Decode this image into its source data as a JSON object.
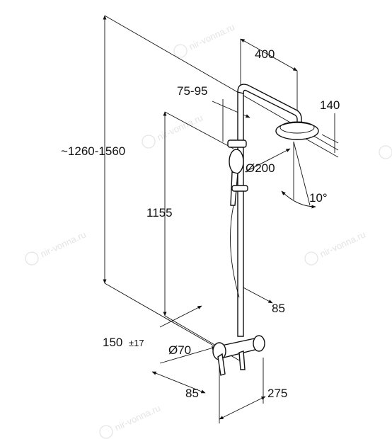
{
  "dimensions": {
    "height_total": "~1260-1560",
    "arm_length": "400",
    "slider_range": "75-95",
    "head_depth": "140",
    "head_diameter": "Ø200",
    "tilt_angle": "10°",
    "mixer_height": "1155",
    "wall_offset": "85",
    "center_distance": "150",
    "center_tolerance": "±17",
    "escutcheon_diameter": "Ø70",
    "bottom_offset": "85",
    "projection": "275"
  },
  "watermark": {
    "text": "nir-vonna.ru"
  },
  "colors": {
    "line": "#111111",
    "background": "#ffffff",
    "watermark": "#e4e4e4"
  }
}
